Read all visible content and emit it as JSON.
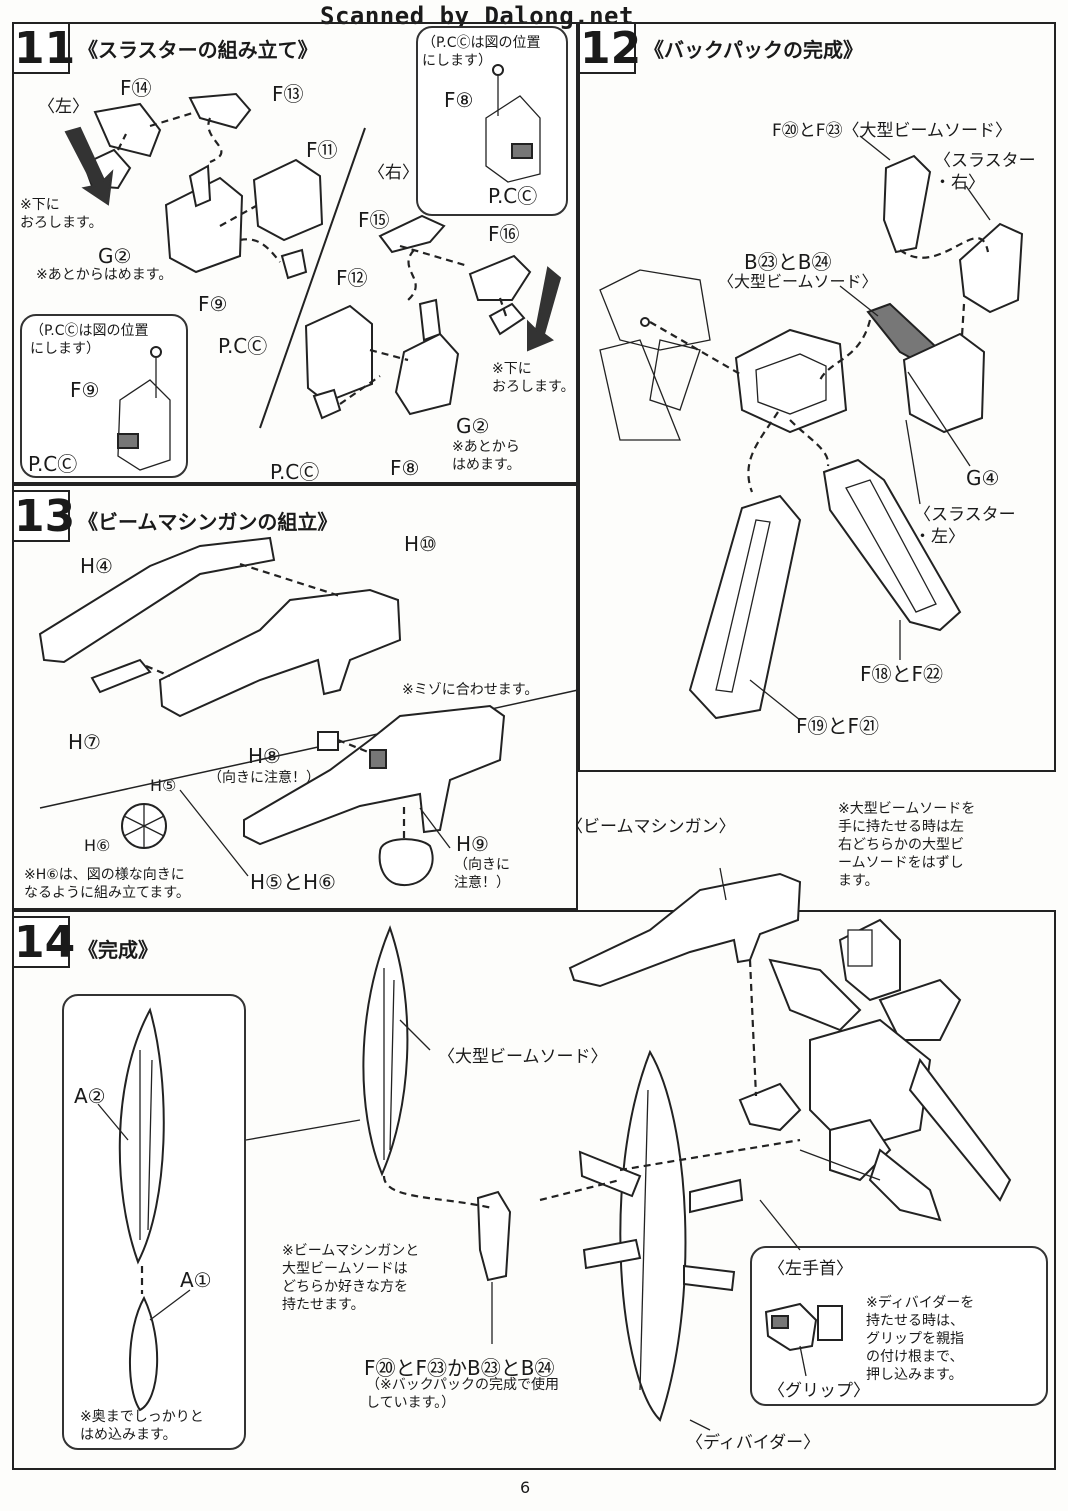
{
  "banner": "Scanned by Dalong.net",
  "page_number": "6",
  "step11": {
    "number": "11",
    "title": "《スラスターの組み立て》",
    "left_label": "〈左〉",
    "right_label": "〈右〉",
    "parts": {
      "f14": "F⑭",
      "f13": "F⑬",
      "f11": "F⑪",
      "f9": "F⑨",
      "g2_left": "G②",
      "pc_left": "P.CⒸ",
      "f15": "F⑮",
      "f16": "F⑯",
      "f12": "F⑫",
      "f8": "F⑧",
      "g2_right": "G②",
      "pc_right": "P.CⒸ"
    },
    "note_down_left": "※下に\nおろします。",
    "note_later_left": "※あとからはめます。",
    "note_down_right": "※下に\nおろします。",
    "note_later_right": "※あとから\nはめます。",
    "callout_left": {
      "text": "（P.CⒸは図の位置\nにします）",
      "part": "F⑨",
      "pc": "P.CⒸ"
    },
    "callout_right": {
      "text": "（P.CⒸは図の位置\nにします）",
      "part": "F⑧",
      "pc": "P.CⒸ"
    }
  },
  "step12": {
    "number": "12",
    "title": "《バックパックの完成》",
    "f20_f23": "F⑳とF㉓〈大型ビームソード〉",
    "thruster_right": "〈スラスター\n・右〉",
    "b23_b24": "B㉓とB㉔",
    "sword_label": "〈大型ビームソード〉",
    "g4": "G④",
    "thruster_left": "〈スラスター\n・左〉",
    "f18_f22": "F⑱とF㉒",
    "f19_f21": "F⑲とF㉑"
  },
  "step13": {
    "number": "13",
    "title": "《ビームマシンガンの組立》",
    "h4": "H④",
    "h10": "H⑩",
    "h7": "H⑦",
    "note_groove": "※ミゾに合わせます。",
    "h8": "H⑧",
    "h8_note": "（向きに注意！）",
    "h5": "H⑤",
    "h6": "H⑥",
    "h9": "H⑨",
    "h9_note": "（向きに\n注意！）",
    "h5_h6": "H⑤とH⑥",
    "note_h6": "※H⑥は、図の様な向きに\nなるように組み立てます。"
  },
  "step14": {
    "number": "14",
    "title": "《完成》",
    "a2": "A②",
    "a1": "A①",
    "note_insert": "※奥までしっかりと\nはめ込みます。",
    "sword_label": "〈大型ビームソード〉",
    "beam_mg_label": "〈ビームマシンガン〉",
    "note_choose": "※ビームマシンガンと\n大型ビームソードは\nどちらか好きな方を\n持たせます。",
    "parts_combo": "F⑳とF㉓かB㉓とB㉔",
    "parts_combo_note": "（※バックパックの完成で使用\nしています。）",
    "note_remove": "※大型ビームソードを\n手に持たせる時は左\n右どちらかの大型ビ\nームソードをはずし\nます。",
    "divider_label": "〈ディバイダー〉",
    "callout": {
      "title": "〈左手首〉",
      "grip": "〈グリップ〉",
      "note": "※ディバイダーを\n持たせる時は、\nグリップを親指\nの付け根まで、\n押し込みます。"
    }
  }
}
